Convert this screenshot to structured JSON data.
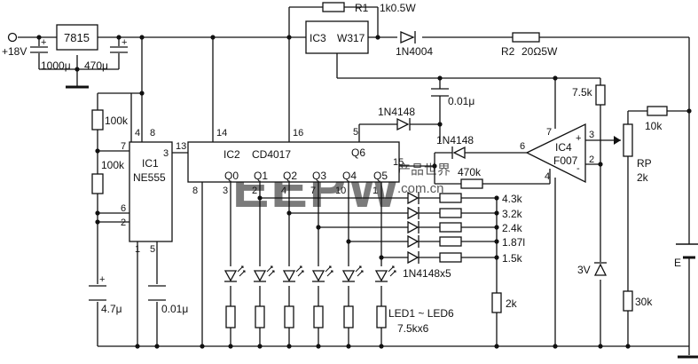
{
  "power": {
    "supply_label": "+18V",
    "regulator": "7815",
    "cap1": "1000μ",
    "cap2": "470μ",
    "battery_label": "E"
  },
  "ic1": {
    "name": "IC1",
    "part": "NE555",
    "pin4": "4",
    "pin8": "8",
    "pin7": "7",
    "pin3": "3",
    "pin6": "6",
    "pin2": "2",
    "pin1": "1",
    "pin5": "5"
  },
  "ic2": {
    "name": "IC2",
    "part": "CD4017",
    "pin13": "13",
    "pin14": "14",
    "pin16": "16",
    "pin8": "8",
    "pin15": "15",
    "q6": "Q6",
    "q6_pin": "5",
    "outputs": [
      "Q0",
      "Q1",
      "Q2",
      "Q3",
      "Q4",
      "Q5"
    ],
    "out_pins": [
      "3",
      "2",
      "4",
      "7",
      "10",
      "1"
    ]
  },
  "ic3": {
    "name": "IC3",
    "part": "W317"
  },
  "ic4": {
    "name": "IC4",
    "part": "F007",
    "pin7": "7",
    "pin6": "6",
    "pin3": "3",
    "pin2": "2",
    "pin4": "4",
    "plus": "+",
    "minus": "-"
  },
  "parts": {
    "r1_name": "R1",
    "r1_val": "1k0.5W",
    "d_main": "1N4004",
    "r2_name": "R2",
    "r2_val": "20Ω5W",
    "r_100k_a": "100k",
    "r_100k_b": "100k",
    "c_timing": "4.7μ",
    "c_ctrl": "0.01μ",
    "c_ref": "0.01μ",
    "d_a": "1N4148",
    "d_b": "1N4148",
    "r_fb": "470k",
    "r_75k": "7.5k",
    "r_10k": "10k",
    "rp_name": "RP",
    "rp_val": "2k",
    "zener": "3V",
    "r_30k": "30k",
    "r_2k": "2k",
    "diodes_label": "1N4148x5",
    "sel_res": [
      "4.3k",
      "3.2k",
      "2.4k",
      "1.87l",
      "1.5k"
    ],
    "led_label": "LED1 ~ LED6",
    "led_res": "7.5kx6"
  },
  "watermark": {
    "main": "EEPW",
    "sub1": "电子产品世界",
    "sub2": ".com.cn"
  }
}
